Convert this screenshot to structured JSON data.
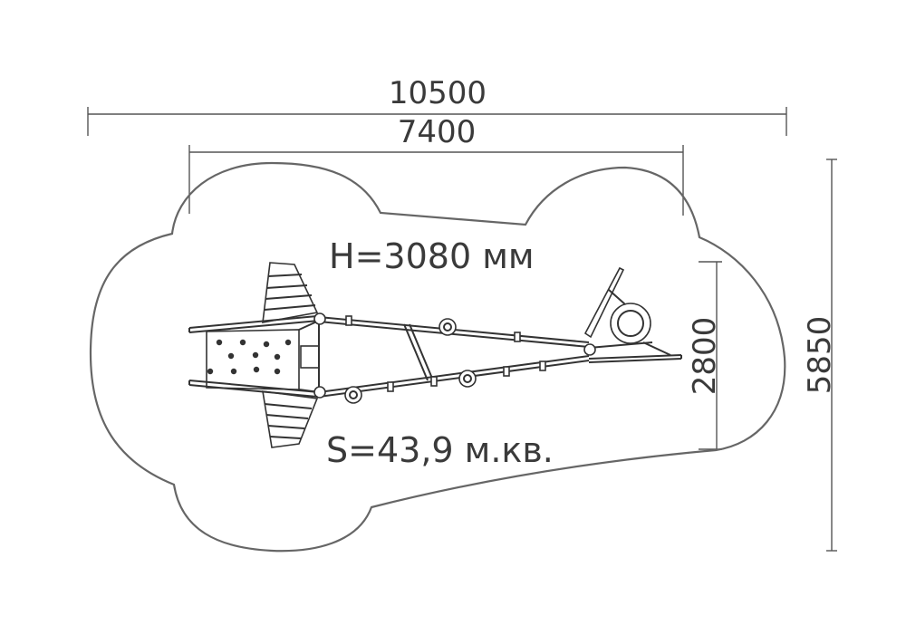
{
  "dimensions": {
    "overall_length": "10500",
    "equipment_length": "7400",
    "equipment_width": "2800",
    "overall_width": "5850"
  },
  "labels": {
    "height": "H=3080 мм",
    "area": "S=43,9 м.кв."
  },
  "colors": {
    "line": "#555555",
    "text": "#3a3a3a",
    "equipment": "#333333"
  }
}
